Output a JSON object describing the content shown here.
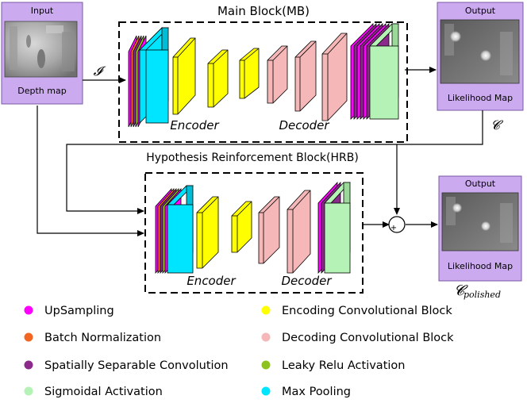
{
  "main_block": {
    "title": "Main Block(MB)",
    "encoder_label": "Encoder",
    "decoder_label": "Decoder"
  },
  "hrb_block": {
    "title": "Hypothesis Reinforcement Block(HRB)",
    "encoder_label": "Encoder",
    "decoder_label": "Decoder"
  },
  "input_panel": {
    "header": "Input",
    "caption": "Depth map"
  },
  "output_panel_top": {
    "header": "Output",
    "caption": "Likelihood Map"
  },
  "output_panel_bottom": {
    "header": "Output",
    "caption": "Likelihood Map"
  },
  "symbols": {
    "input": "𝓘",
    "likelihood": "𝓒",
    "polished_main": "𝓒",
    "polished_sub": "polished",
    "plus": "+"
  },
  "legend": [
    {
      "label": "UpSampling",
      "color": "#ff00ff"
    },
    {
      "label": "Batch Normalization",
      "color": "#f26522"
    },
    {
      "label": "Spatially Separable Convolution",
      "color": "#8b2a8b"
    },
    {
      "label": "Sigmoidal Activation",
      "color": "#b5f2b5"
    },
    {
      "label": "Encoding Convolutional Block",
      "color": "#ffff00"
    },
    {
      "label": "Decoding Convolutional Block",
      "color": "#f5b7b7"
    },
    {
      "label": "Leaky Relu Activation",
      "color": "#8dc21f"
    },
    {
      "label": "Max Pooling",
      "color": "#00e5ff"
    }
  ],
  "colors": {
    "panel": "#ccaaf0",
    "encoder_block": "#ffff00",
    "decoder_block": "#f5b7b7",
    "max_pooling": "#00e5ff",
    "sigmoid": "#b5f2b5",
    "upsampling": "#ff00ff",
    "batch_norm": "#f26522",
    "sep_conv": "#8b2a8b",
    "leaky_relu": "#8dc21f"
  }
}
